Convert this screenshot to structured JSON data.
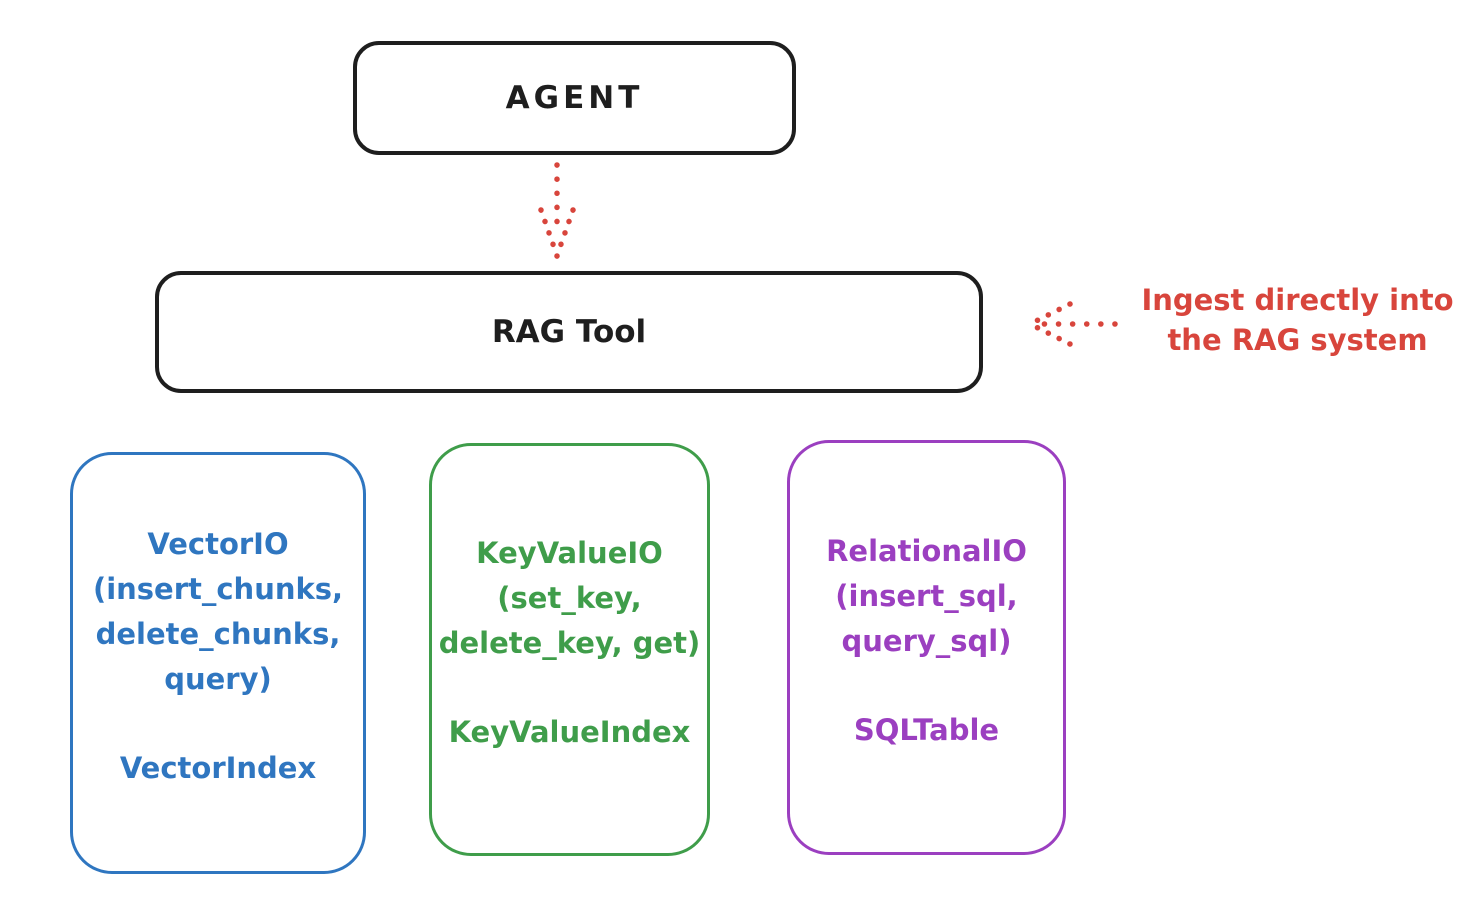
{
  "colors": {
    "ink": "#1e1e1e",
    "red": "#d8453c",
    "blue": "#2f76c0",
    "green": "#3f9d4a",
    "purple": "#9b3fc0"
  },
  "nodes": {
    "agent": {
      "label": "AGENT"
    },
    "rag_tool": {
      "label": "RAG Tool"
    }
  },
  "stores": [
    {
      "id": "vector-io",
      "lines": [
        "VectorIO",
        "(insert_chunks,",
        "delete_chunks,",
        "query)"
      ],
      "footer": "VectorIndex"
    },
    {
      "id": "keyvalue-io",
      "lines": [
        "KeyValueIO",
        "(set_key,",
        "delete_key, get)"
      ],
      "footer": "KeyValueIndex"
    },
    {
      "id": "relational-io",
      "lines": [
        "RelationalIO",
        "(insert_sql,",
        "query_sql)"
      ],
      "footer": "SQLTable"
    }
  ],
  "annotation": {
    "line1": "Ingest directly into",
    "line2": "the RAG system"
  }
}
